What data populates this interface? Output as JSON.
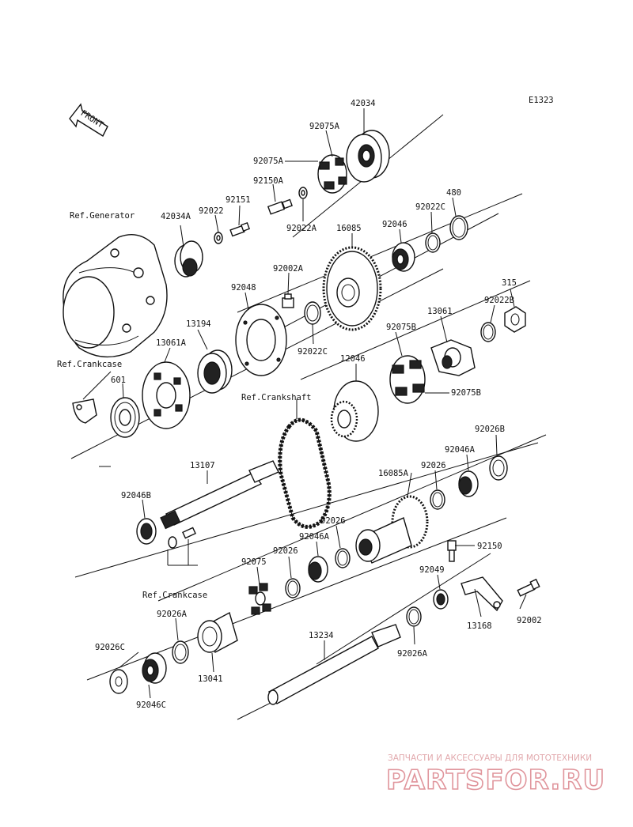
{
  "diagram": {
    "code": "E1323",
    "front_label": "FRONT",
    "refs": {
      "generator": "Ref.Generator",
      "crankcase_top": "Ref.Crankcase",
      "crankshaft": "Ref.Crankshaft",
      "crankcase_bottom": "Ref.Crankcase"
    },
    "parts": {
      "p42034": "42034",
      "p92075A_1": "92075A",
      "p92075A_2": "92075A",
      "p92150A": "92150A",
      "p92022A": "92022A",
      "p92151": "92151",
      "p42034A": "42034A",
      "p92022": "92022",
      "p16085": "16085",
      "p92046": "92046",
      "p92022C_1": "92022C",
      "p480": "480",
      "p92002A": "92002A",
      "p92048": "92048",
      "p13194": "13194",
      "p92022C_2": "92022C",
      "p315": "315",
      "p13061": "13061",
      "p92022B": "92022B",
      "p13061A": "13061A",
      "p12046": "12046",
      "p92075B_1": "92075B",
      "p92075B_2": "92075B",
      "p601": "601",
      "p92026B": "92026B",
      "p92046A_1": "92046A",
      "p92026_1": "92026",
      "p16085A": "16085A",
      "p13107": "13107",
      "p92046B": "92046B",
      "p92026_2": "92026",
      "p92046A_2": "92046A",
      "p92026_3": "92026",
      "p92150": "92150",
      "p92075": "92075",
      "p92049": "92049",
      "p92026A_1": "92026A",
      "p13168": "13168",
      "p92002": "92002",
      "p13234": "13234",
      "p92026A_2": "92026A",
      "p92026C": "92026C",
      "p13041": "13041",
      "p92046C": "92046C"
    }
  },
  "watermark": {
    "tagline": "ЗАПЧАСТИ И АКСЕССУАРЫ ДЛЯ МОТОТЕХНИКИ",
    "brand": "PARTSFOR.RU"
  }
}
